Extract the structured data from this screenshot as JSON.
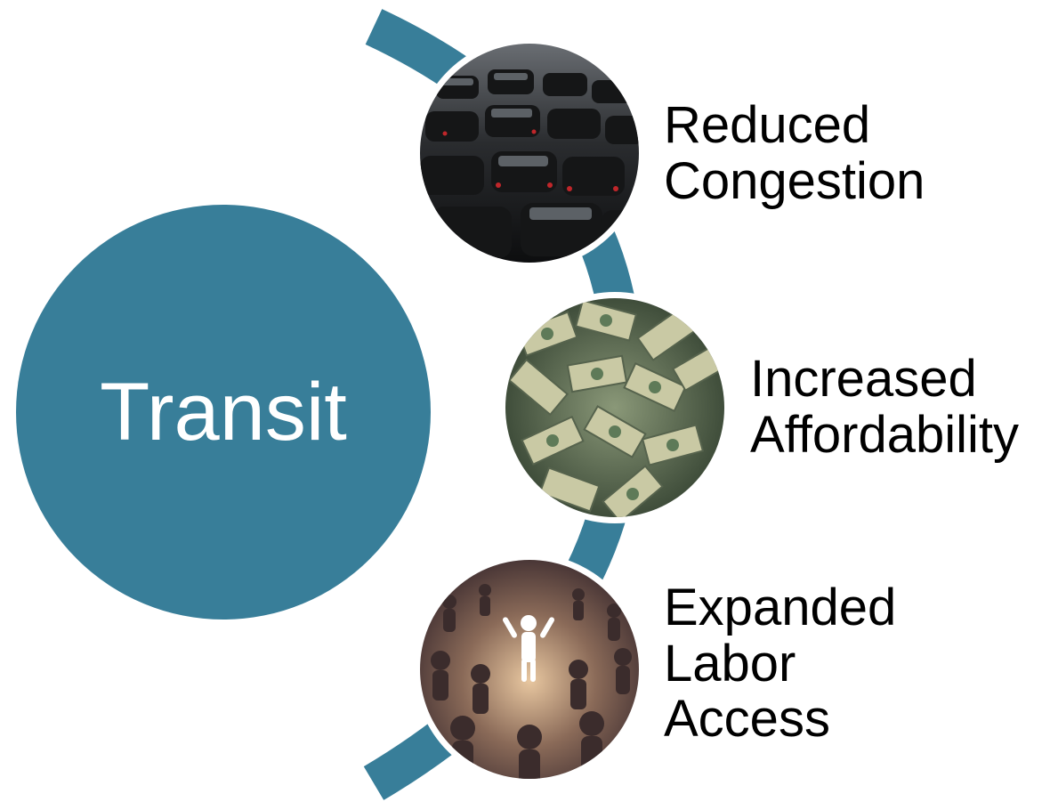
{
  "center": {
    "label": "Transit",
    "color": "#387e99"
  },
  "items": [
    {
      "id": "congestion",
      "lines": [
        "Reduced",
        "Congestion"
      ],
      "image": "traffic-jam-photo"
    },
    {
      "id": "affordability",
      "lines": [
        "Increased",
        "Affordability"
      ],
      "image": "money-stacks-photo"
    },
    {
      "id": "labor",
      "lines": [
        "Expanded",
        "Labor",
        "Access"
      ],
      "image": "crowd-figures-photo"
    }
  ],
  "colors": {
    "arc": "#387e99",
    "ring": "#ffffff"
  }
}
